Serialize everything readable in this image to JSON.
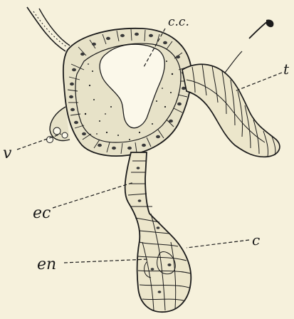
{
  "figure": {
    "labels": {
      "cc": "c.c.",
      "t": "t",
      "v": "v",
      "ec": "ec",
      "c": "c",
      "en": "en"
    },
    "colors": {
      "paper": "#f6f1dc",
      "ink": "#1b1b1b",
      "tissue_fill": "#e7e2c8",
      "cavity": "#fbf8ea"
    }
  }
}
